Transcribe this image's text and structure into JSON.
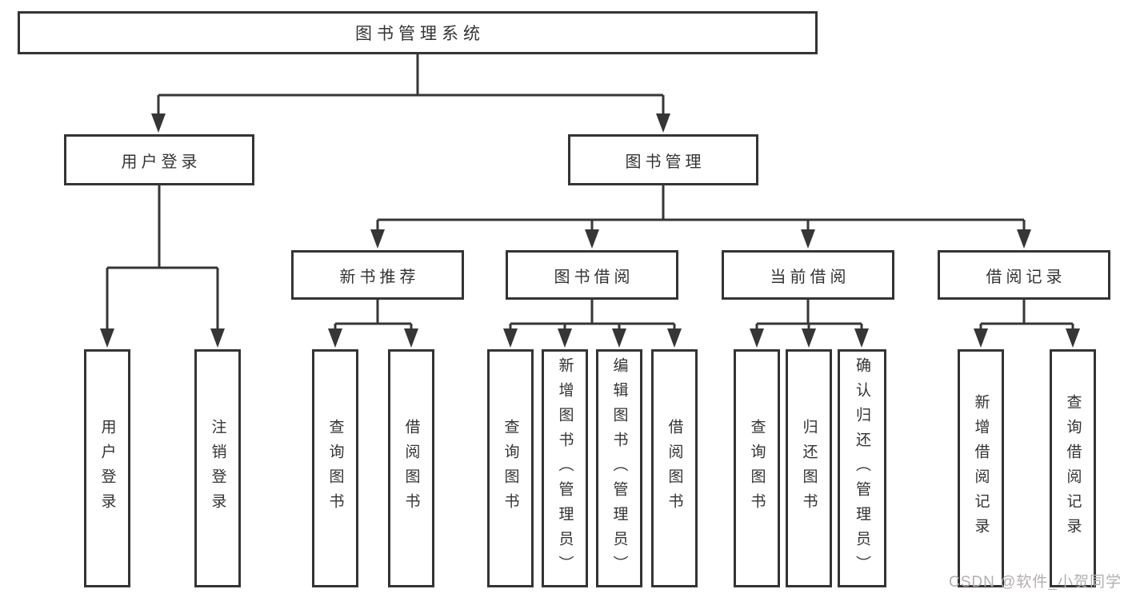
{
  "diagram": {
    "title": "图书管理系统",
    "level2": {
      "user_login": "用户登录",
      "book_mgmt": "图书管理"
    },
    "level3": {
      "new_book": "新书推荐",
      "borrow": "图书借阅",
      "current": "当前借阅",
      "records": "借阅记录"
    },
    "leaves": {
      "login": "用户登录",
      "logout": "注销登录",
      "rec_query": "查询图书",
      "rec_borrow": "借阅图书",
      "bor_query": "查询图书",
      "bor_add": "新增图书（管理员）",
      "bor_edit": "编辑图书（管理员）",
      "bor_borrow": "借阅图书",
      "cur_query": "查询图书",
      "cur_return": "归还图书",
      "cur_confirm": "确认归还（管理员）",
      "log_add": "新增借阅记录",
      "log_query": "查询借阅记录"
    }
  },
  "watermark": "CSDN @软件_小贺同学",
  "colors": {
    "line": "#363636",
    "border": "#343434",
    "text": "#333333",
    "watermark": "#b3afae",
    "background": "#ffffff"
  }
}
